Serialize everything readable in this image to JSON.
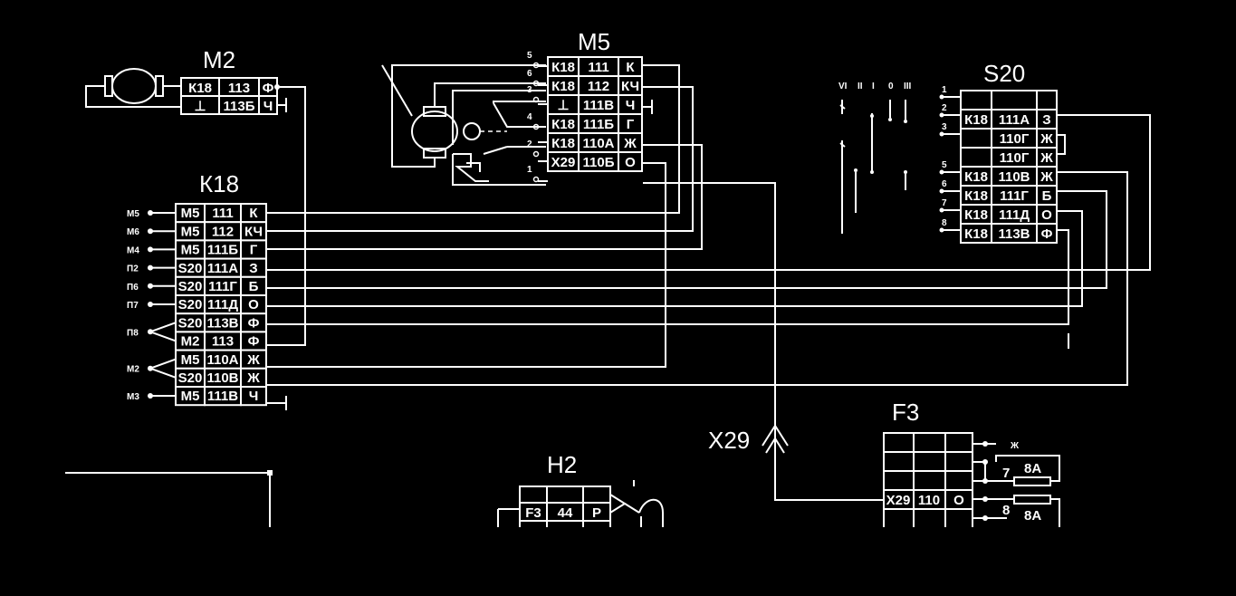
{
  "components": {
    "m2": {
      "label": "М2",
      "rows": [
        [
          "К18",
          "113",
          "Ф"
        ],
        [
          "⊥",
          "113Б",
          "Ч"
        ]
      ]
    },
    "k18": {
      "label": "К18",
      "pins": [
        "М5",
        "М6",
        "М4",
        "П2",
        "П6",
        "П7",
        "П8",
        "М2",
        "М3"
      ],
      "rows": [
        [
          "М5",
          "111",
          "К"
        ],
        [
          "М5",
          "112",
          "КЧ"
        ],
        [
          "М5",
          "111Б",
          "Г"
        ],
        [
          "S20",
          "111А",
          "З"
        ],
        [
          "S20",
          "111Г",
          "Б"
        ],
        [
          "S20",
          "111Д",
          "О"
        ],
        [
          "S20",
          "113В",
          "Ф"
        ],
        [
          "М2",
          "113",
          "Ф"
        ],
        [
          "М5",
          "110А",
          "Ж"
        ],
        [
          "S20",
          "110В",
          "Ж"
        ],
        [
          "М5",
          "111В",
          "Ч"
        ]
      ]
    },
    "m5": {
      "label": "М5",
      "pin_numbers": [
        "5",
        "6",
        "3",
        "4",
        "2",
        "1"
      ],
      "rows": [
        [
          "К18",
          "111",
          "К"
        ],
        [
          "К18",
          "112",
          "КЧ"
        ],
        [
          "⊥",
          "111В",
          "Ч"
        ],
        [
          "К18",
          "111Б",
          "Г"
        ],
        [
          "К18",
          "110А",
          "Ж"
        ],
        [
          "Х29",
          "110Б",
          "О"
        ]
      ]
    },
    "s20": {
      "label": "S20",
      "positions": [
        "VI",
        "II",
        "I",
        "0",
        "III"
      ],
      "pin_numbers": [
        "1",
        "2",
        "3",
        "5",
        "6",
        "7",
        "8"
      ],
      "rows": [
        [
          "",
          "",
          ""
        ],
        [
          "К18",
          "111А",
          "З"
        ],
        [
          "",
          "110Г",
          "Ж"
        ],
        [
          "",
          "110Г",
          "Ж"
        ],
        [
          "К18",
          "110В",
          "Ж"
        ],
        [
          "К18",
          "111Г",
          "Б"
        ],
        [
          "К18",
          "111Д",
          "О"
        ],
        [
          "К18",
          "113В",
          "Ф"
        ]
      ]
    },
    "x29": {
      "label": "Х29"
    },
    "f3": {
      "label": "F3",
      "row": [
        "Х29",
        "110",
        "О"
      ],
      "wire_labels": [
        "Ж",
        "7",
        "8"
      ],
      "fuses": [
        "8А",
        "8А"
      ]
    },
    "h2": {
      "label": "Н2",
      "row": [
        "F3",
        "44",
        "Р"
      ]
    }
  }
}
